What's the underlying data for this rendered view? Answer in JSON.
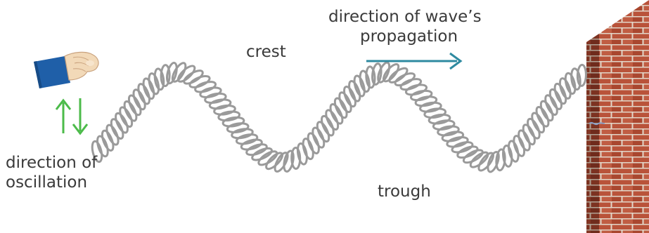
{
  "labels": {
    "crest": "crest",
    "trough": "trough",
    "propagation_line1": "direction of wave’s",
    "propagation_line2": "propagation",
    "oscillation_line1": "direction of",
    "oscillation_line2": "oscillation"
  },
  "colors": {
    "propagation_arrow": "#2e8aa0",
    "oscillation_arrow": "#4cbb4a",
    "spring": "#9a9a9a",
    "brick": "#b04a33",
    "sleeve": "#1f5fa8",
    "skin": "#f2d9b8"
  },
  "icons": {
    "hand": "hand-icon",
    "wall": "brick-wall-icon",
    "up_down_arrows": "up-down-arrows-icon",
    "right_arrow": "right-arrow-icon"
  }
}
